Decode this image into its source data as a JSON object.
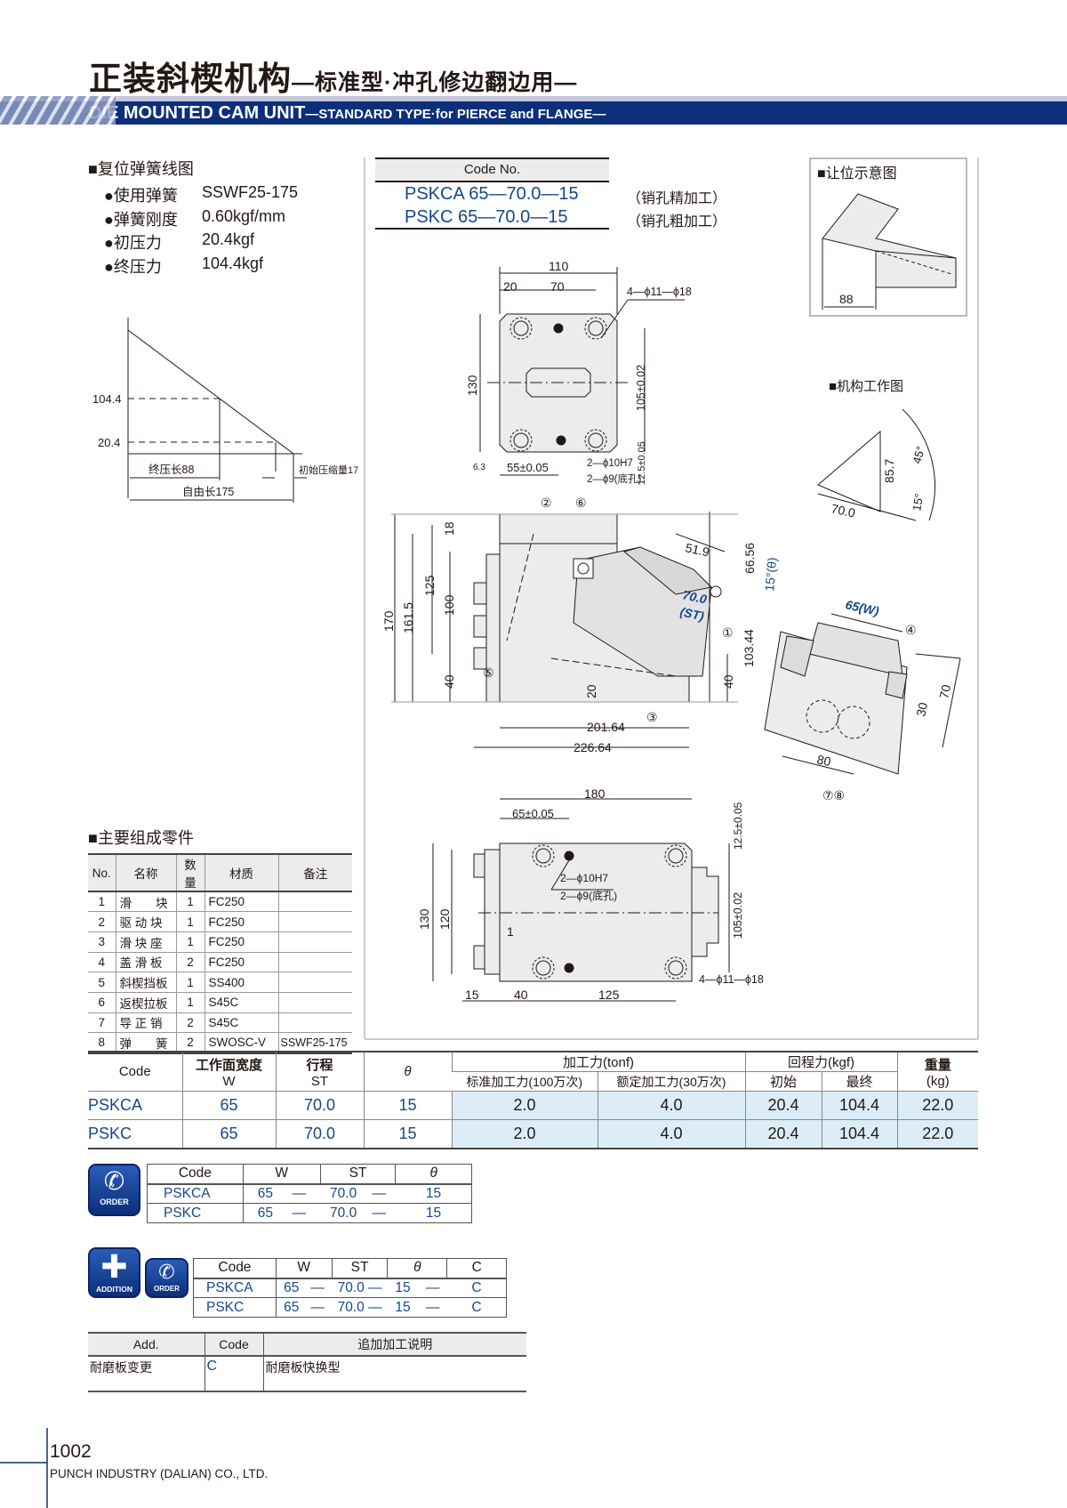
{
  "header": {
    "title": "正装斜楔机构",
    "title_sub": "—标准型·冲孔修边翻边用—",
    "banner": "DIE MOUNTED CAM UNIT",
    "banner_sub": "—STANDARD TYPE·for PIERCE and FLANGE—"
  },
  "spring": {
    "title": "■复位弹簧线图",
    "items": [
      {
        "label": "●使用弹簧",
        "value": "SSWF25-175"
      },
      {
        "label": "●弹簧刚度",
        "value": "0.60kgf/mm"
      },
      {
        "label": "●初压力",
        "value": "20.4kgf"
      },
      {
        "label": "●终压力",
        "value": "104.4kgf"
      }
    ],
    "chart": {
      "y_high": "104.4",
      "y_low": "20.4",
      "final_len": "终压长88",
      "free_len": "自由长175",
      "initial_comp": "初始压缩量17"
    }
  },
  "codeno": {
    "header": "Code No.",
    "rows": [
      {
        "code": "PSKCA 65—70.0—15",
        "note": "（销孔精加工）"
      },
      {
        "code": "PSKC 65—70.0—15",
        "note": "（销孔粗加工）"
      }
    ]
  },
  "relief": {
    "title": "■让位示意图",
    "dim": "88"
  },
  "work": {
    "title": "■机构工作图",
    "h": "85.7",
    "a1": "45°",
    "a2": "15°",
    "st": "70.0"
  },
  "top_view": {
    "d110": "110",
    "d20": "20",
    "d70": "70",
    "holes": "4—ϕ11—ϕ18",
    "d130": "130",
    "d105": "105±0.02",
    "d55": "55±0.05",
    "pin1": "2—ϕ10H7",
    "pin2": "2—ϕ9(底孔)",
    "d12": "12.5±0.05",
    "rough": "6.3"
  },
  "side_view": {
    "n2": "②",
    "n6": "⑥",
    "d18": "18",
    "d125": "125",
    "d100": "100",
    "d170": "170",
    "d161": "161.5",
    "d40a": "40",
    "n5": "⑤",
    "d20": "20",
    "n3": "③",
    "d201": "201.64",
    "d226": "226.64",
    "d51": "51.9",
    "d66": "66.56",
    "theta": "15°(θ)",
    "st": "70.0",
    "st_lbl": "(ST)",
    "n1": "①",
    "d103": "103.44",
    "d40b": "40"
  },
  "iso_view": {
    "w": "65(W)",
    "n4": "④",
    "d70": "70",
    "d30": "30",
    "d80": "80",
    "n78": "⑦⑧"
  },
  "bottom_view": {
    "d180": "180",
    "d65": "65±0.05",
    "pin1": "2—ϕ10H7",
    "pin2": "2—ϕ9(底孔)",
    "d130": "130",
    "d120": "120",
    "d1": "1",
    "d105": "105±0.02",
    "d12": "12.5±0.05",
    "holes": "4—ϕ11—ϕ18",
    "d15": "15",
    "d40": "40",
    "d125": "125"
  },
  "parts": {
    "title": "■主要组成零件",
    "headers": [
      "No.",
      "名称",
      "数量",
      "材质",
      "备注"
    ],
    "rows": [
      [
        "1",
        "滑　　块",
        "1",
        "FC250",
        ""
      ],
      [
        "2",
        "驱 动 块",
        "1",
        "FC250",
        ""
      ],
      [
        "3",
        "滑 块 座",
        "1",
        "FC250",
        ""
      ],
      [
        "4",
        "盖 滑 板",
        "2",
        "FC250",
        ""
      ],
      [
        "5",
        "斜楔挡板",
        "1",
        "SS400",
        ""
      ],
      [
        "6",
        "返楔拉板",
        "1",
        "S45C",
        ""
      ],
      [
        "7",
        "导 正 销",
        "2",
        "S45C",
        ""
      ],
      [
        "8",
        "弹　　簧",
        "2",
        "SWOSC-V",
        "SSWF25-175"
      ]
    ]
  },
  "spec": {
    "h_code": "Code",
    "h_w1": "工作面宽度",
    "h_w2": "W",
    "h_st1": "行程",
    "h_st2": "ST",
    "h_theta": "θ",
    "h_force": "加工力(tonf)",
    "h_force_std": "标准加工力(100万次)",
    "h_force_rated": "额定加工力(30万次)",
    "h_return": "回程力(kgf)",
    "h_ret_init": "初始",
    "h_ret_final": "最终",
    "h_weight1": "重量",
    "h_weight2": "(kg)",
    "rows": [
      {
        "code": "PSKCA",
        "w": "65",
        "st": "70.0",
        "theta": "15",
        "std": "2.0",
        "rated": "4.0",
        "init": "20.4",
        "final": "104.4",
        "weight": "22.0"
      },
      {
        "code": "PSKC",
        "w": "65",
        "st": "70.0",
        "theta": "15",
        "std": "2.0",
        "rated": "4.0",
        "init": "20.4",
        "final": "104.4",
        "weight": "22.0"
      }
    ]
  },
  "order": {
    "icon": "ORDER",
    "headers": [
      "Code",
      "W",
      "ST",
      "θ"
    ],
    "dash": "—",
    "rows": [
      {
        "code": "PSKCA",
        "w": "65",
        "st": "70.0",
        "theta": "15"
      },
      {
        "code": "PSKC",
        "w": "65",
        "st": "70.0",
        "theta": "15"
      }
    ]
  },
  "addition": {
    "icon": "ADDITION",
    "icon2": "ORDER",
    "headers": [
      "Code",
      "W",
      "ST",
      "θ",
      "C"
    ],
    "rows": [
      {
        "code": "PSKCA",
        "w": "65",
        "st": "70.0",
        "theta": "15",
        "c": "C"
      },
      {
        "code": "PSKC",
        "w": "65",
        "st": "70.0",
        "theta": "15",
        "c": "C"
      }
    ]
  },
  "add_table": {
    "headers": [
      "Add.",
      "Code",
      "追加加工说明"
    ],
    "row": {
      "add": "耐磨板变更",
      "code": "C",
      "desc": "耐磨板快换型"
    }
  },
  "footer": {
    "page": "1002",
    "company": "PUNCH INDUSTRY (DALIAN) CO., LTD."
  },
  "colors": {
    "navy": "#0c2f7a",
    "blue_text": "#15488a",
    "highlight": "#dcedf8"
  }
}
